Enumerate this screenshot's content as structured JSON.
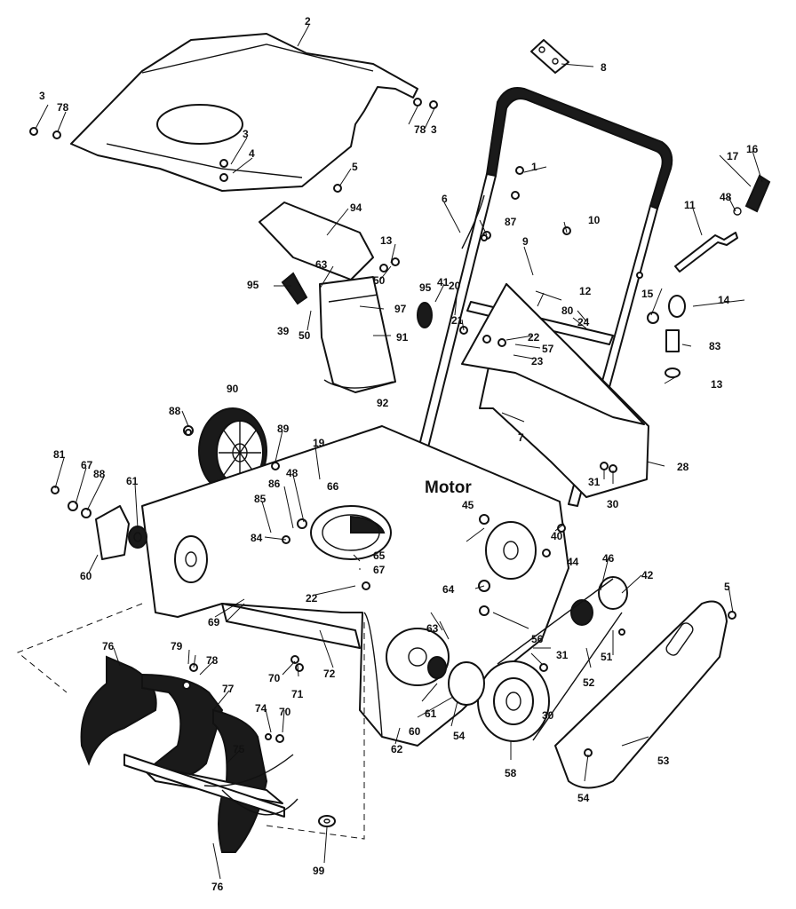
{
  "diagram": {
    "embedded_label": "Motor",
    "callouts": [
      "1",
      "2",
      "3",
      "3",
      "3",
      "4",
      "5",
      "5",
      "6",
      "7",
      "8",
      "9",
      "10",
      "11",
      "12",
      "13",
      "13",
      "14",
      "15",
      "16",
      "17",
      "19",
      "20",
      "21",
      "22",
      "22",
      "23",
      "24",
      "28",
      "30",
      "30",
      "31",
      "31",
      "39",
      "40",
      "41",
      "42",
      "44",
      "45",
      "46",
      "48",
      "48",
      "50",
      "50",
      "51",
      "52",
      "53",
      "54",
      "54",
      "56",
      "57",
      "58",
      "60",
      "60",
      "61",
      "61",
      "62",
      "63",
      "63",
      "64",
      "65",
      "66",
      "67",
      "67",
      "69",
      "70",
      "70",
      "71",
      "72",
      "74",
      "75",
      "76",
      "76",
      "77",
      "78",
      "78",
      "78",
      "79",
      "80",
      "81",
      "83",
      "84",
      "85",
      "86",
      "87",
      "88",
      "88",
      "89",
      "90",
      "91",
      "92",
      "94",
      "95",
      "95",
      "97",
      "99"
    ]
  }
}
